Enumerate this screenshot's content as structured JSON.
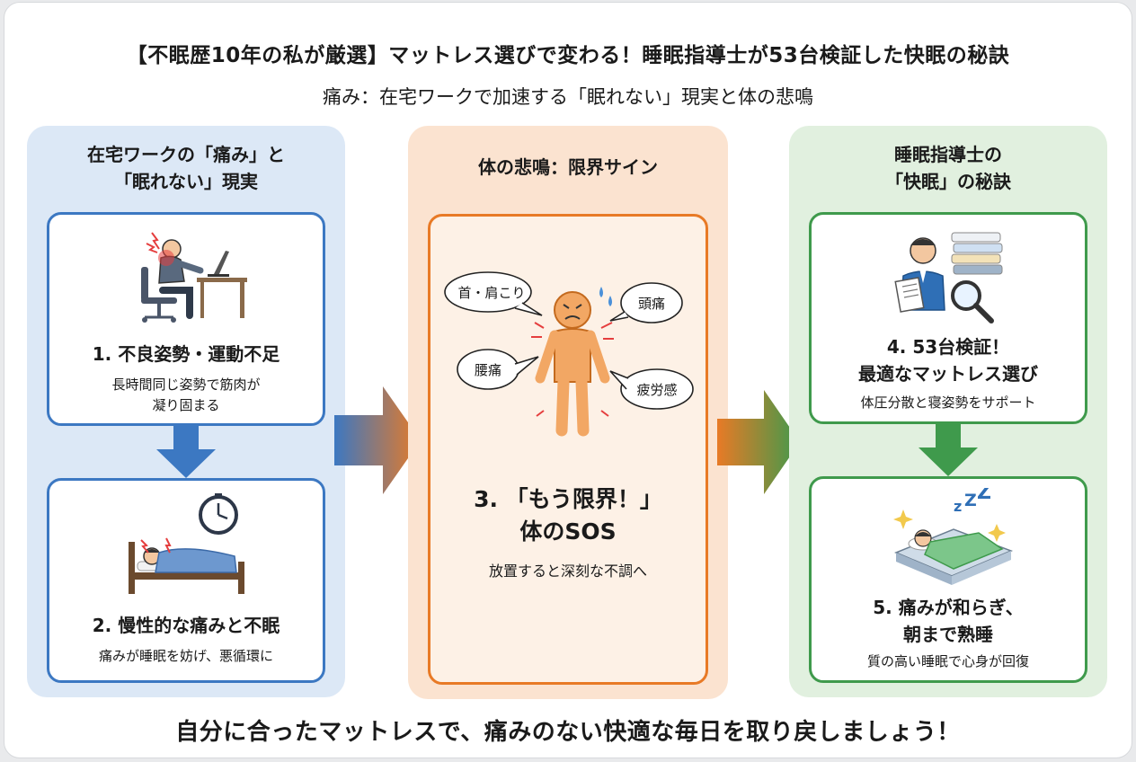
{
  "header": {
    "title": "【不眠歴10年の私が厳選】マットレス選びで変わる！睡眠指導士が53台検証した快眠の秘訣",
    "subtitle": "痛み：在宅ワークで加速する「眠れない」現実と体の悲鳴"
  },
  "left_panel": {
    "heading_line1": "在宅ワークの「痛み」と",
    "heading_line2": "「眠れない」現実",
    "step1": {
      "title": "1. 不良姿勢・運動不足",
      "desc_line1": "長時間同じ姿勢で筋肉が",
      "desc_line2": "凝り固まる"
    },
    "step2": {
      "title": "2. 慢性的な痛みと不眠",
      "desc": "痛みが睡眠を妨げ、悪循環に"
    }
  },
  "middle_panel": {
    "heading": "体の悲鳴：限界サイン",
    "bubbles": {
      "neck": "首・肩こり",
      "head": "頭痛",
      "back": "腰痛",
      "fatigue": "疲労感"
    },
    "step3": {
      "title_line1": "3. 「もう限界！」",
      "title_line2": "体のSOS",
      "desc": "放置すると深刻な不調へ"
    }
  },
  "right_panel": {
    "heading_line1": "睡眠指導士の",
    "heading_line2": "「快眠」の秘訣",
    "step4": {
      "title_line1": "4. 53台検証！",
      "title_line2": "最適なマットレス選び",
      "desc": "体圧分散と寝姿勢をサポート"
    },
    "step5": {
      "title_line1": "5. 痛みが和らぎ、",
      "title_line2": "朝まで熟睡",
      "desc": "質の高い睡眠で心身が回復"
    }
  },
  "footer": {
    "message": "自分に合ったマットレスで、痛みのない快適な毎日を取り戻しましょう！"
  },
  "colors": {
    "blue": "#3c78c2",
    "orange": "#e87a26",
    "green": "#3f9a4c",
    "blue_bg": "#dce8f6",
    "orange_bg": "#fbe3d0",
    "green_bg": "#e1f0df"
  }
}
